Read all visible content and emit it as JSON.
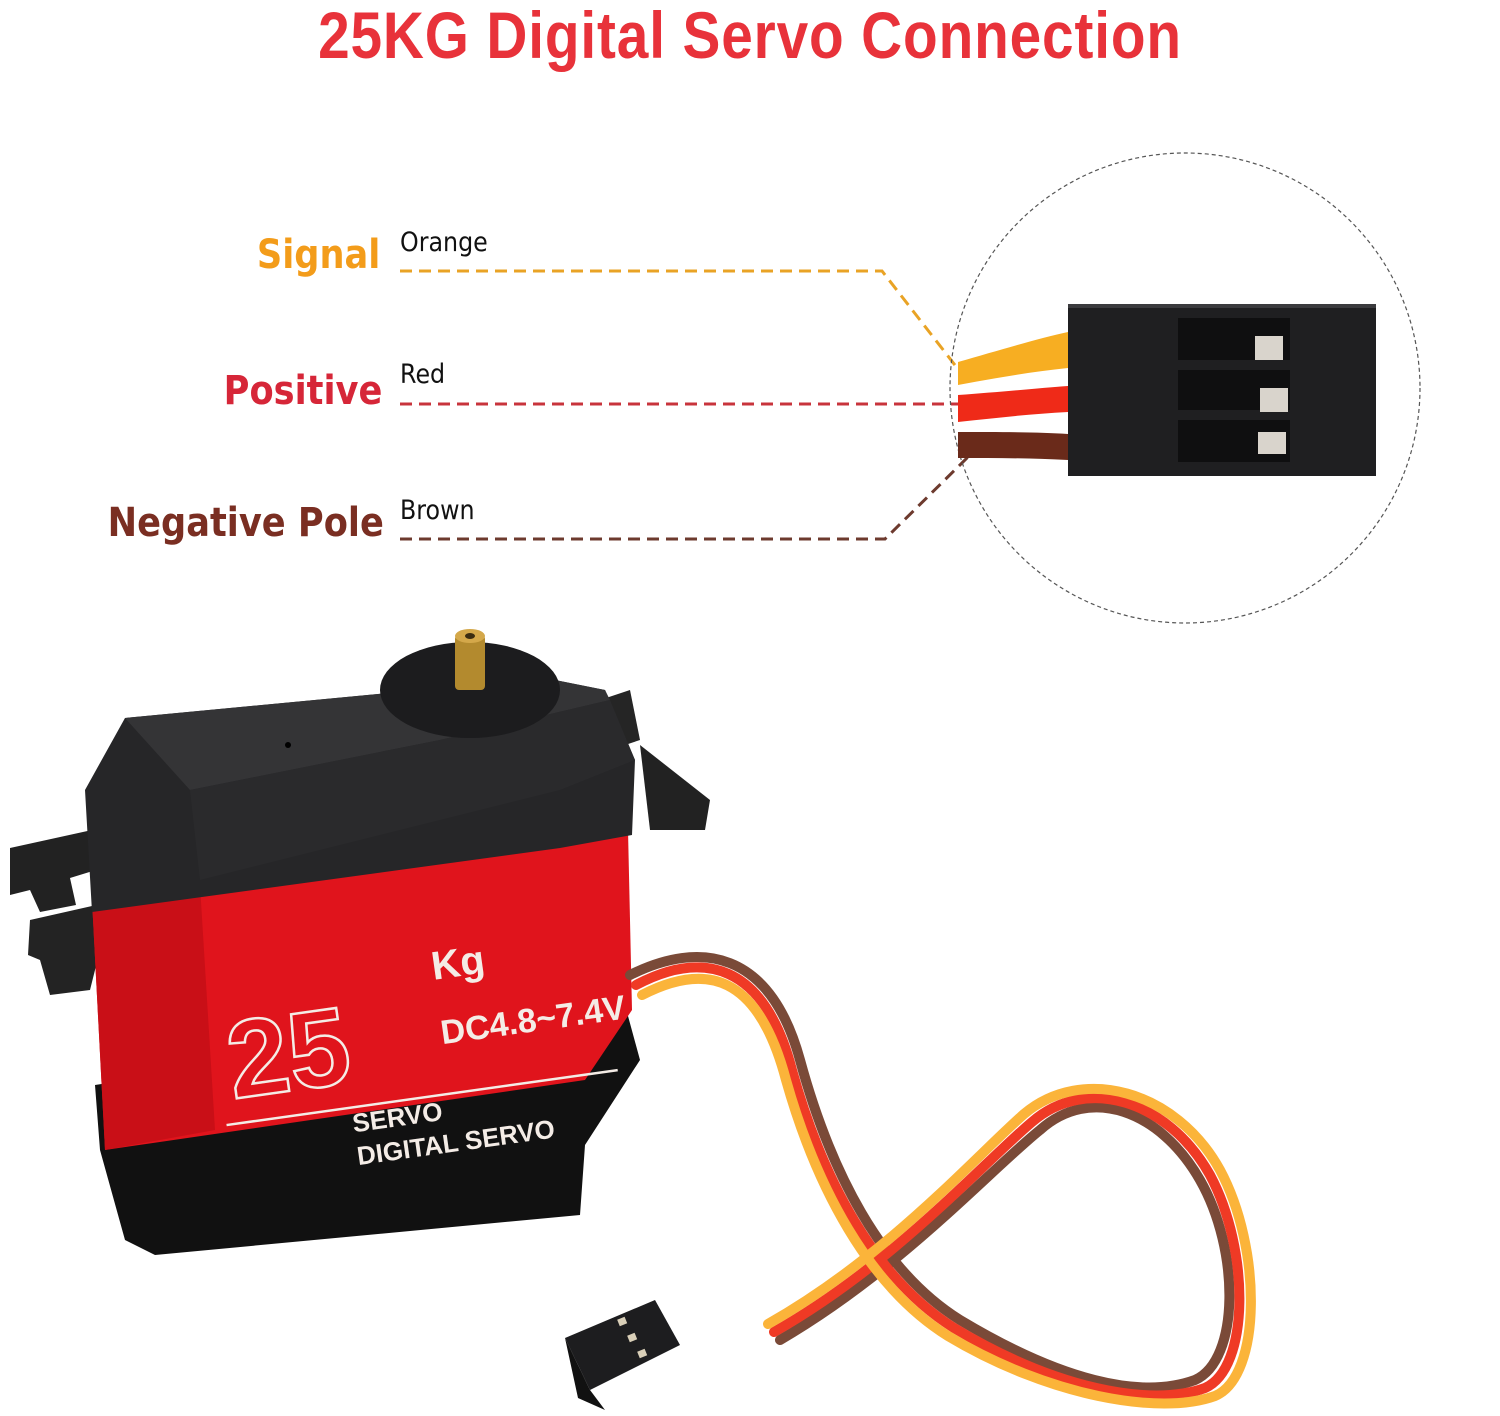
{
  "title": "25KG Digital Servo Connection",
  "colors": {
    "title": "#e8323a",
    "signal": "#f39c1a",
    "positive": "#d62638",
    "negative": "#7a2e22",
    "servo_body": "#e0141c",
    "servo_case": "#222222"
  },
  "wires": [
    {
      "label": "Signal",
      "color_name": "Orange",
      "hex": "#f39c1a"
    },
    {
      "label": "Positive",
      "color_name": "Red",
      "hex": "#d62638"
    },
    {
      "label": "Negative Pole",
      "color_name": "Brown",
      "hex": "#7a2e22"
    }
  ],
  "servo": {
    "torque_number": "25",
    "torque_unit": "Kg",
    "voltage": "DC4.8~7.4V",
    "line1": "SERVO",
    "line2": "DIGITAL SERVO"
  },
  "icons": [
    "connector-closeup-icon",
    "servo-motor-icon",
    "servo-cable-icon"
  ]
}
